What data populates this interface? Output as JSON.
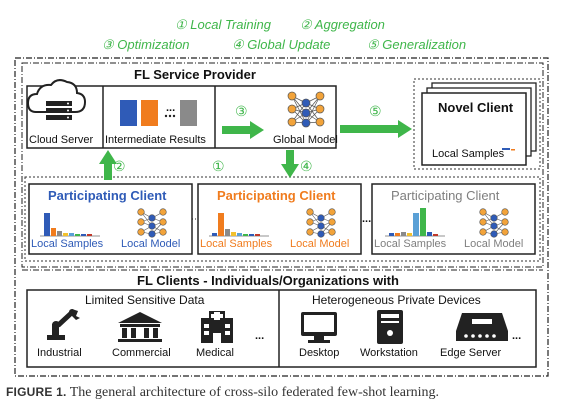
{
  "legend": [
    {
      "num": "①",
      "text": "Local Training"
    },
    {
      "num": "②",
      "text": "Aggregation"
    },
    {
      "num": "③",
      "text": "Optimization"
    },
    {
      "num": "④",
      "text": "Global Update"
    },
    {
      "num": "⑤",
      "text": "Generalization"
    }
  ],
  "provider": {
    "title": "FL Service Provider",
    "cloud_label": "Cloud Server",
    "intermediate_label": "Intermediate Results",
    "ellipsis": "...",
    "global_model_label": "Global Model",
    "step3": "③",
    "step5": "⑤",
    "step2": "②",
    "step1": "①",
    "step4": "④"
  },
  "novel_client": {
    "title": "Novel Client",
    "samples_label": "Local Samples"
  },
  "clients": [
    {
      "title": "Participating Client",
      "samples_label": "Local Samples",
      "model_label": "Local Model",
      "color": "#2f5bb7"
    },
    {
      "title": "Participating Client",
      "samples_label": "Local Samples",
      "model_label": "Local Model",
      "color": "#f07c1e"
    },
    {
      "title": "Participating Client",
      "samples_label": "Local Samples",
      "model_label": "Local Model",
      "color": "#7f7f7f"
    }
  ],
  "clients_ellipsis": "...",
  "fl_clients": {
    "title": "FL Clients - Individuals/Organizations with",
    "left_group": {
      "title": "Limited Sensitive Data",
      "items": [
        "Industrial",
        "Commercial",
        "Medical"
      ],
      "ellipsis": "..."
    },
    "right_group": {
      "title": "Heterogeneous Private Devices",
      "items": [
        "Desktop",
        "Workstation",
        "Edge Server"
      ],
      "ellipsis": "..."
    }
  },
  "caption": {
    "label": "FIGURE 1.",
    "text": " The general architecture of cross-silo federated few-shot learning."
  },
  "colors": {
    "green": "#3fb64a",
    "blue": "#2f5bb7",
    "orange": "#f07c1e",
    "gray": "#7f7f7f"
  }
}
